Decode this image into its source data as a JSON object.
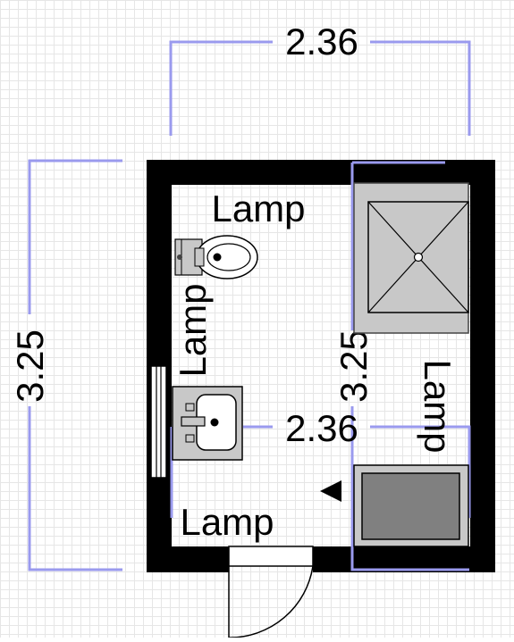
{
  "dimensions": {
    "top_width": "2.36",
    "left_height": "3.25",
    "inner_vertical": "3.25",
    "inner_horizontal": "2.36"
  },
  "labels": {
    "lamp_top": "Lamp",
    "lamp_left": "Lamp",
    "lamp_right": "Lamp",
    "lamp_bottom": "Lamp"
  },
  "colors": {
    "wall": "#000000",
    "dimension_line": "#9a9aee",
    "grid": "#e6e6e6",
    "fixture_fill": "#c8c8c8",
    "tub_fill": "#808080"
  },
  "fixtures": [
    "toilet",
    "sink",
    "shower",
    "bathtub",
    "door",
    "window"
  ]
}
